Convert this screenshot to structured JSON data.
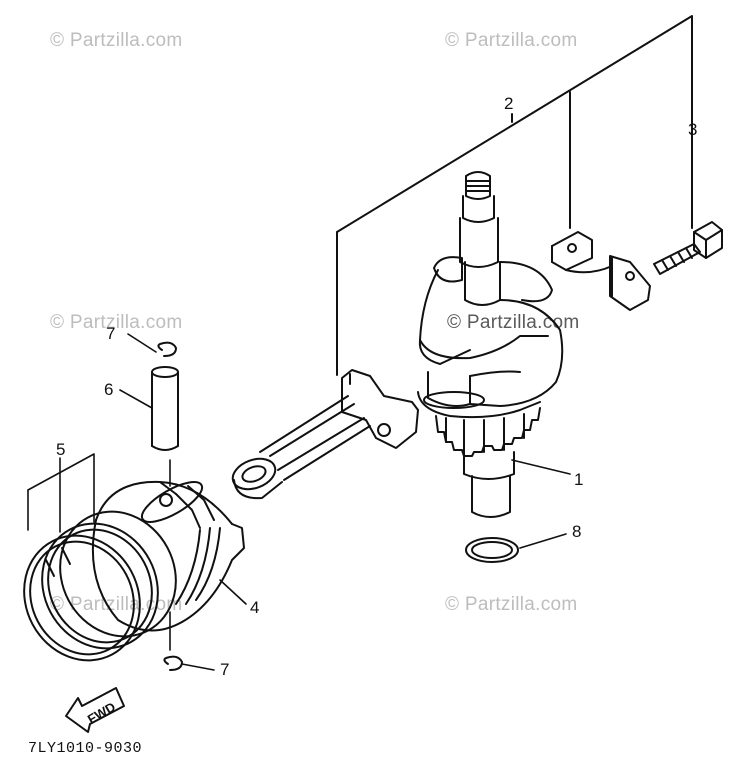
{
  "watermarks": [
    {
      "text": "© Partzilla.com"
    },
    {
      "text": "© Partzilla.com"
    },
    {
      "text": "© Partzilla.com"
    },
    {
      "text": "© Partzilla.com"
    },
    {
      "text": "© Partzilla.com"
    },
    {
      "text": "© Partzilla.com"
    }
  ],
  "callouts": {
    "c1": "1",
    "c2": "2",
    "c3": "3",
    "c4": "4",
    "c5": "5",
    "c6": "6",
    "c7a": "7",
    "c7b": "7",
    "c8": "8"
  },
  "fwd_label": "FWD",
  "diagram_code": "7LY1010-9030",
  "colors": {
    "ink": "#111111",
    "watermark": "#bdbdbd"
  }
}
